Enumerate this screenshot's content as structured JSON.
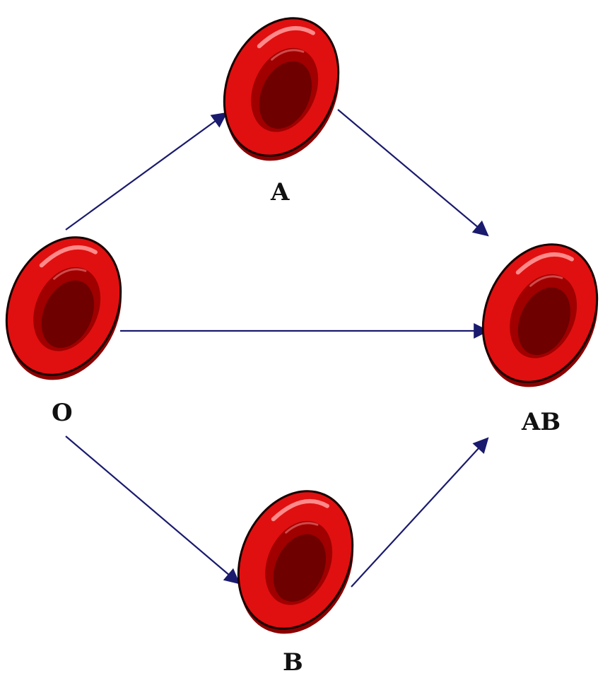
{
  "nodes": {
    "o": {
      "label": "O"
    },
    "a": {
      "label": "A"
    },
    "b": {
      "label": "B"
    },
    "ab": {
      "label": "AB"
    }
  },
  "edges": [
    {
      "from": "O",
      "to": "A"
    },
    {
      "from": "O",
      "to": "AB"
    },
    {
      "from": "O",
      "to": "B"
    },
    {
      "from": "A",
      "to": "AB"
    },
    {
      "from": "B",
      "to": "AB"
    }
  ],
  "colors": {
    "cell_red": "#e01010",
    "cell_dark": "#7a0000",
    "cell_outline": "#1a0000",
    "arrow": "#1a1a6e"
  },
  "icons": {
    "cell": "red-blood-cell-icon",
    "arrow": "arrow-icon"
  }
}
